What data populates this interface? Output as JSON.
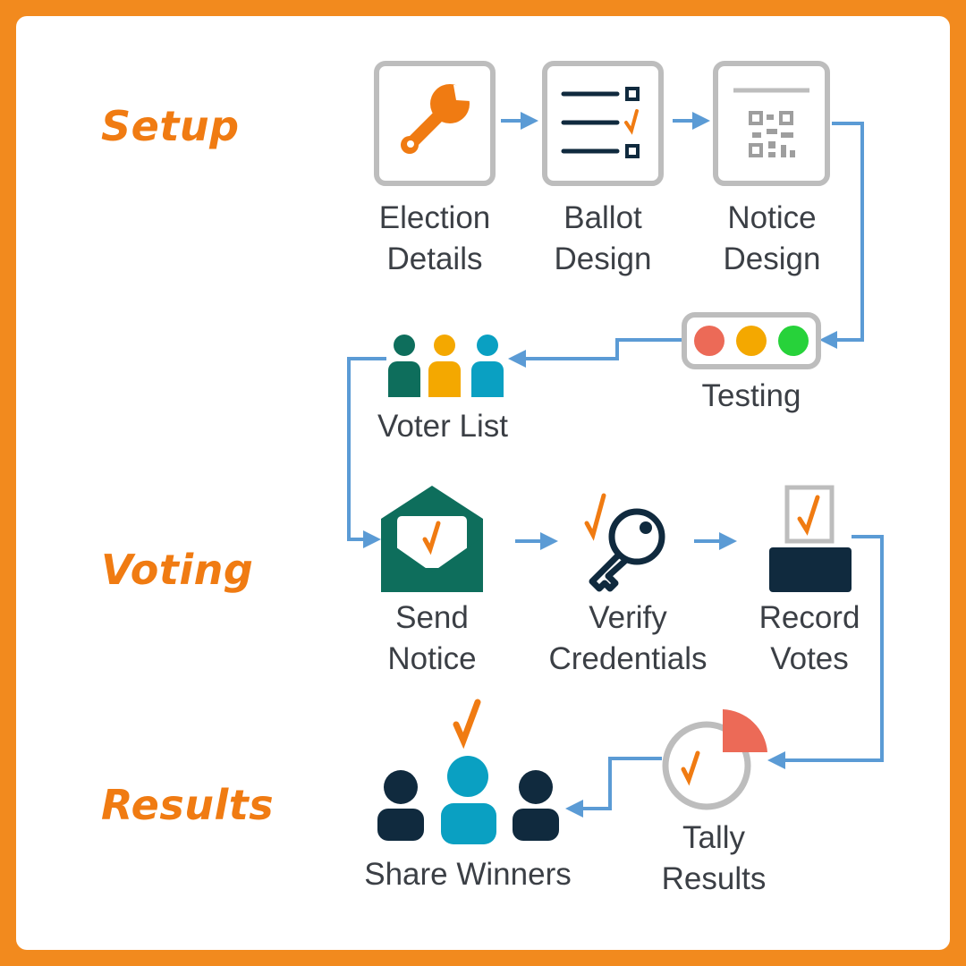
{
  "colors": {
    "border": "#F28A1E",
    "accent_orange": "#F07B12",
    "arrow_blue": "#5B9BD5",
    "navy": "#102A3E",
    "green": "#0E6E5C",
    "teal": "#0AA0C2",
    "gold": "#F4A800",
    "red": "#EC6A57",
    "light_green": "#27D23A",
    "frame_gray": "#BDBDBD"
  },
  "phases": {
    "setup": "Setup",
    "voting": "Voting",
    "results": "Results"
  },
  "steps": {
    "election_details": {
      "line1": "Election",
      "line2": "Details",
      "icon": "wrench-icon"
    },
    "ballot_design": {
      "line1": "Ballot",
      "line2": "Design",
      "icon": "ballot-list-icon"
    },
    "notice_design": {
      "line1": "Notice",
      "line2": "Design",
      "icon": "qr-notice-icon"
    },
    "testing": {
      "line1": "Testing",
      "icon": "traffic-light-icon"
    },
    "voter_list": {
      "line1": "Voter List",
      "icon": "voters-icon"
    },
    "send_notice": {
      "line1": "Send",
      "line2": "Notice",
      "icon": "envelope-check-icon"
    },
    "verify_credentials": {
      "line1": "Verify",
      "line2": "Credentials",
      "icon": "key-icon"
    },
    "record_votes": {
      "line1": "Record",
      "line2": "Votes",
      "icon": "ballot-box-icon"
    },
    "tally_results": {
      "line1": "Tally",
      "line2": "Results",
      "icon": "pie-chart-icon"
    },
    "share_winners": {
      "line1": "Share Winners",
      "icon": "winners-icon"
    }
  }
}
